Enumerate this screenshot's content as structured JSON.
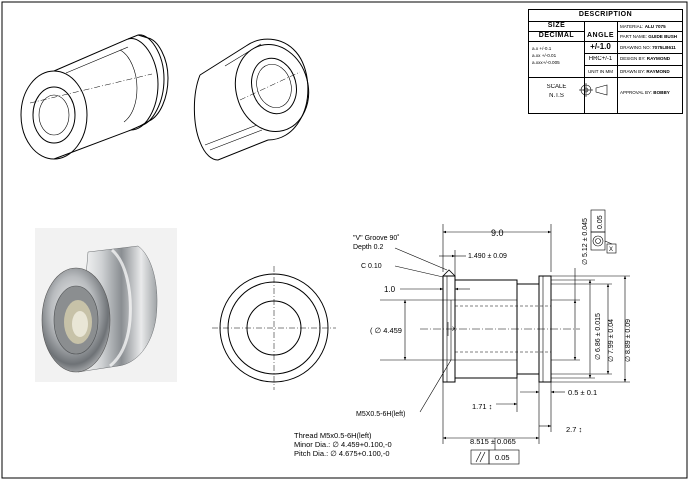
{
  "title_block": {
    "description": "DESCRIPTION",
    "size": "SIZE",
    "decimal": "DECIMAL",
    "angle": "ANGLE",
    "tol_1": "a.x    +/-0.1",
    "tol_2": "a.xx   +/-0.01",
    "tol_3": "a.xxx+/-0.005",
    "angle_tol": "+/-1.0",
    "hrc_tol": "HRC+/-1",
    "unit": "UNIT IN MM",
    "scale": "SCALE",
    "nts": "N.T.S",
    "material_label": "MATERIAL:",
    "material": "ALU 7075",
    "part_name_label": "PART NAME:",
    "part_name": "GUIDE BUSH",
    "drawing_no_label": "DRAWING NO:",
    "drawing_no": "7075LB611",
    "design_by_label": "DESIGN BY:",
    "design_by": "RAYMOND",
    "drawn_by_label": "DRAWN BY:",
    "drawn_by": "RAYMOND",
    "approval_label": "APPROVAL BY:",
    "approval_by": "BOBBY"
  },
  "dimensions": {
    "overall_length": "9.0",
    "groove_offset": "1.490 ± 0.09",
    "chamfer": "C 0.10",
    "lip": "1.0",
    "bore": "( ∅ 4.459",
    "groove_note_1": "\"V\" Groove 90˚",
    "groove_note_2": "Depth 0.2",
    "thread_callout": "M5X0.5-6H(left)",
    "len_171": "1.71 ↕",
    "len_8515": "8.515 ± 0.065",
    "len_05": "0.5 ± 0.1",
    "len_27": "2.7 ↕",
    "dia_512": "∅ 5.12 ± 0.045",
    "dia_686": "∅ 6.86 ± 0.015",
    "dia_799": "∅ 7.99 ± 0.04",
    "dia_889": "∅ 8.89 ± 0.09",
    "roundness": "0.05",
    "datum": "X",
    "datum_small": "X",
    "parallel_tol": "0.05",
    "thread_note_1": "Thread M5x0.5-6H(left)",
    "thread_note_2": "Minor Dia.: ∅ 4.459+0.100,-0",
    "thread_note_3": "Pitch Dia.: ∅ 4.675+0.100,-0"
  }
}
